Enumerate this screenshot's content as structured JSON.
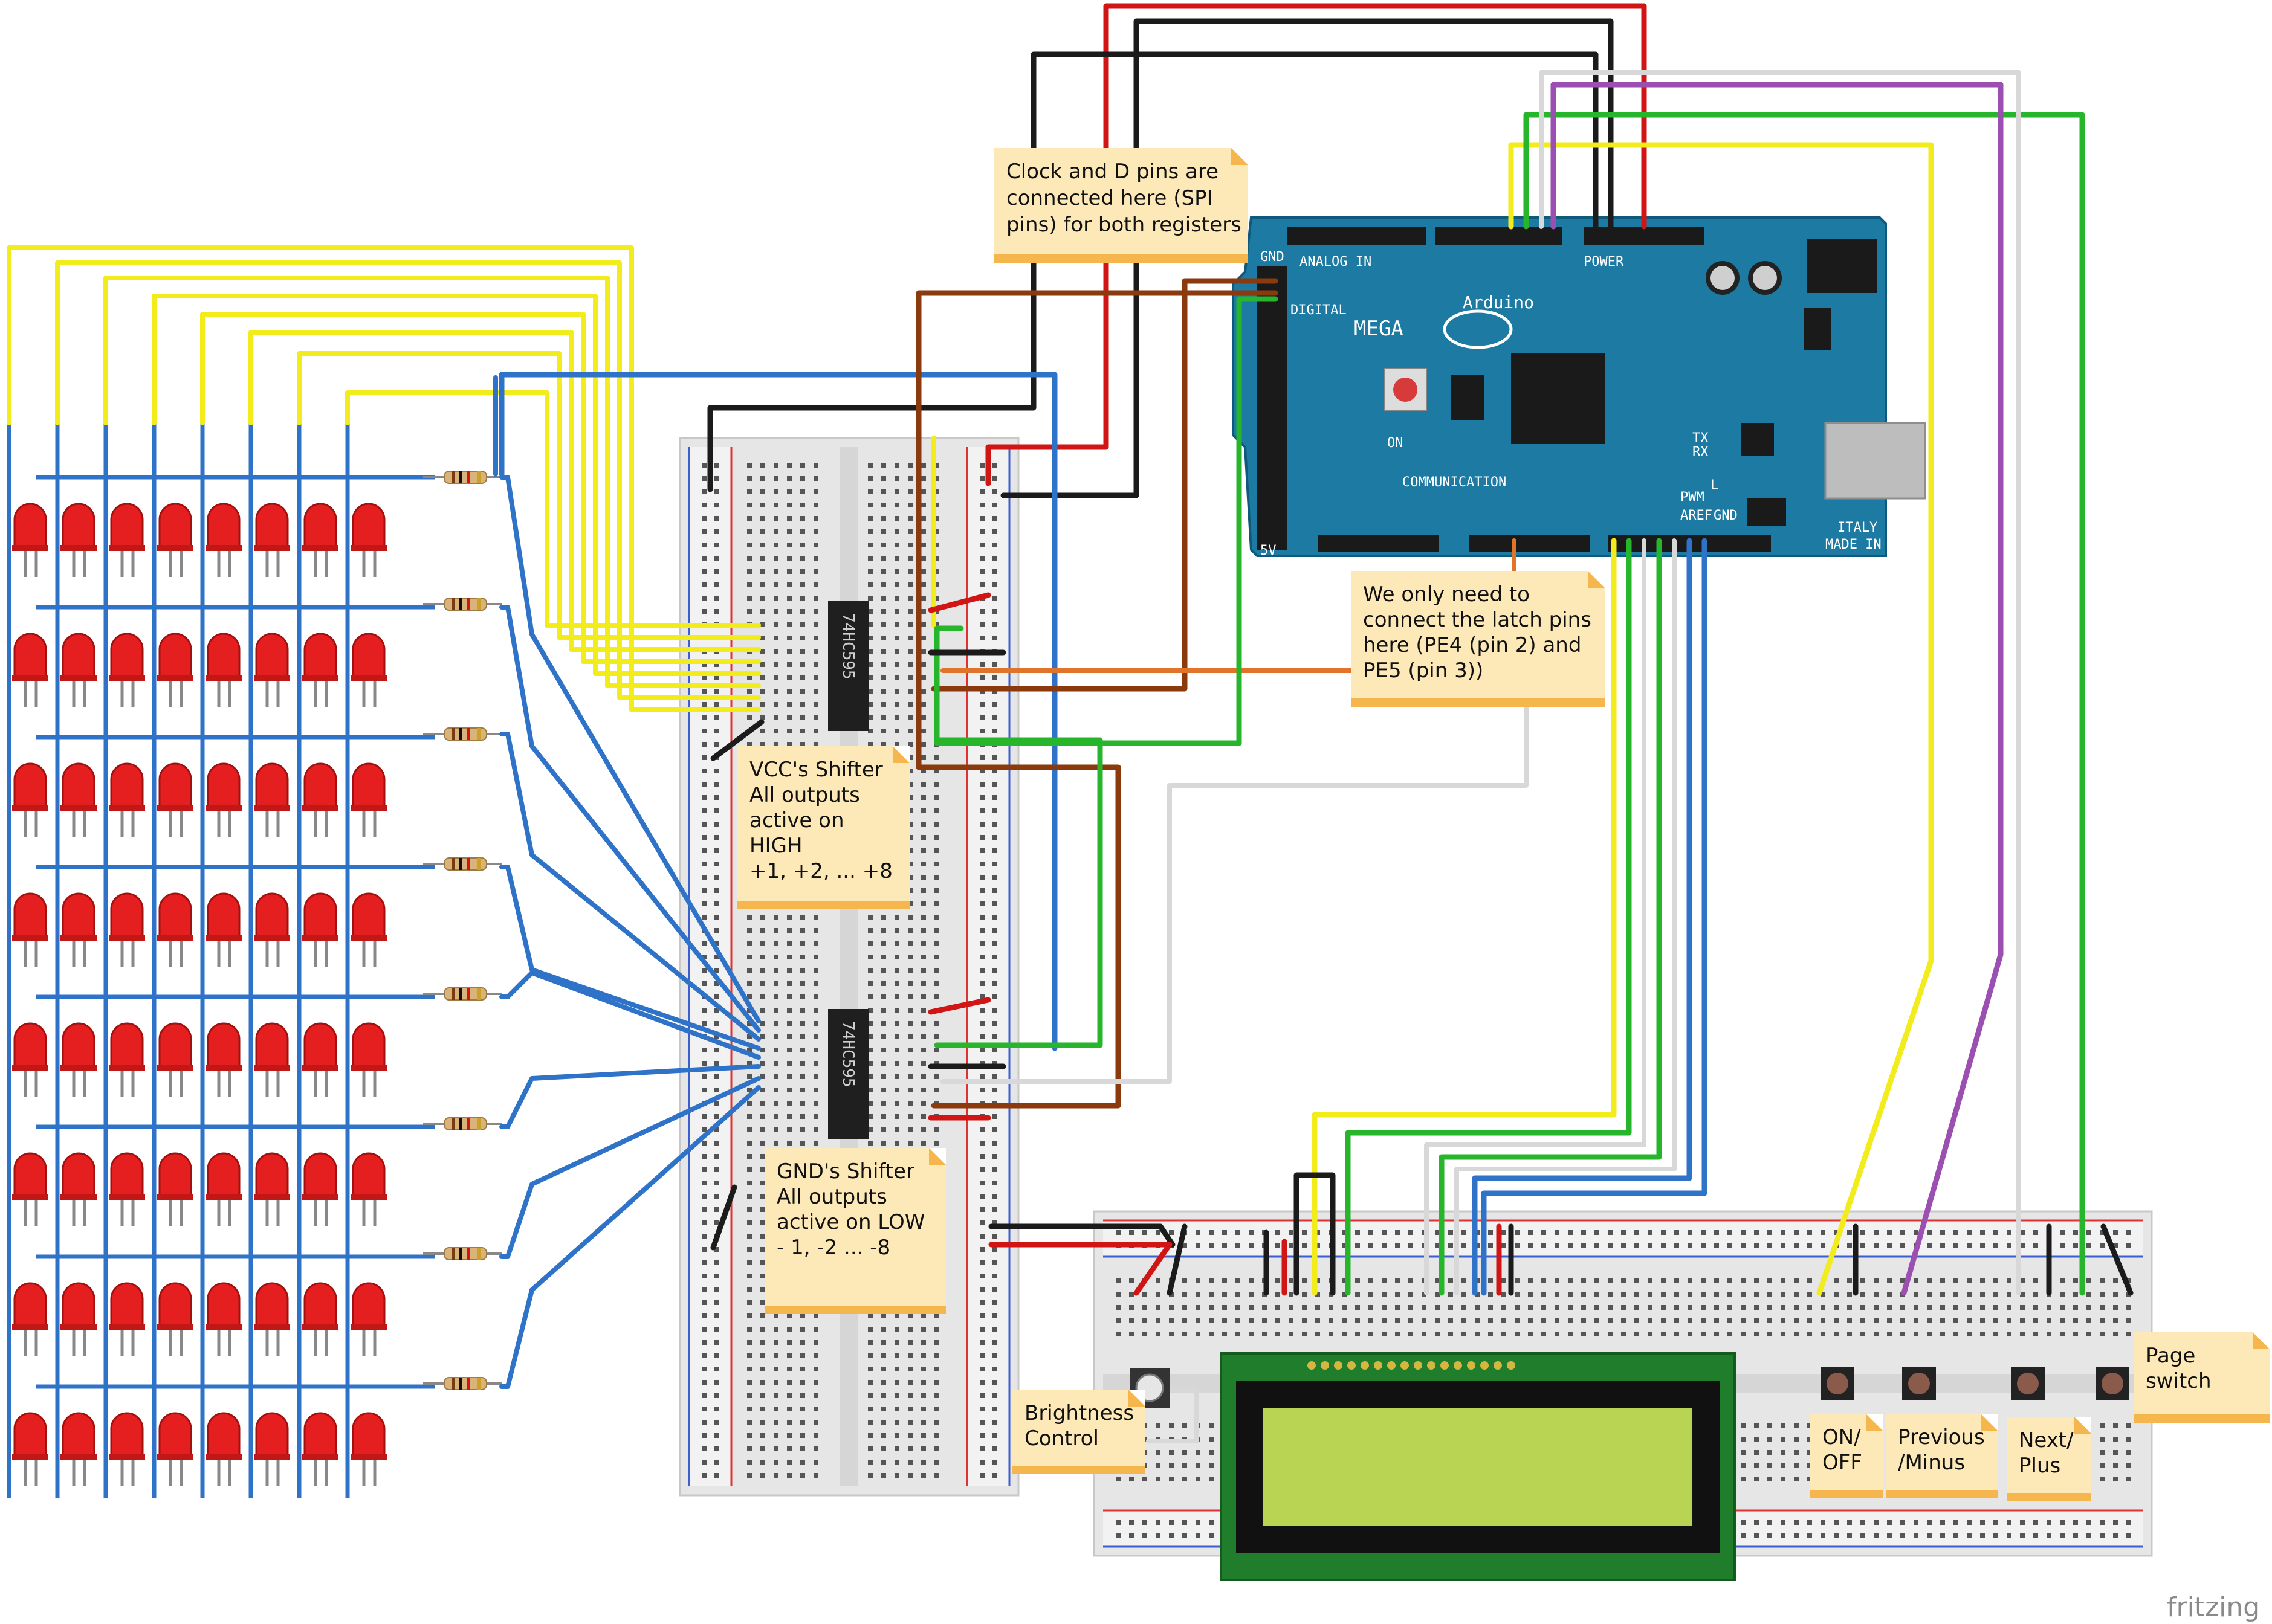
{
  "colors": {
    "wire_yellow": "#f2ec1c",
    "wire_blue": "#2f73c9",
    "wire_red": "#d11414",
    "wire_black": "#1b1b1b",
    "wire_green": "#26b52b",
    "wire_white": "#d8d8d8",
    "wire_brown": "#8a3a0d",
    "wire_orange": "#e0742a",
    "wire_purple": "#9b4fb0",
    "arduino_blue": "#1d7aa3",
    "led_red": "#e51f1f",
    "note_bg": "#fde9b8",
    "note_fold": "#f6b64e",
    "lcd_screen": "#b9d352",
    "lcd_board": "#1f7d2b",
    "breadboard": "#eeeeee"
  },
  "notes": {
    "spi": [
      "Clock and D pins are",
      "connected here (SPI",
      "pins) for both registers"
    ],
    "latch": [
      "We only need to",
      "connect the latch pins",
      "here (PE4 (pin 2) and",
      "PE5 (pin 3))"
    ],
    "vcc_shifter": [
      "VCC's Shifter",
      "All outputs",
      "active on",
      "HIGH",
      "+1, +2, ... +8"
    ],
    "gnd_shifter": [
      "GND's Shifter",
      "All outputs",
      "active on LOW",
      "- 1, -2 ... -8"
    ],
    "brightness": [
      "Brightness",
      "Control"
    ],
    "on_off": [
      "ON/",
      "OFF"
    ],
    "previous": [
      "Previous",
      "/Minus"
    ],
    "next": [
      "Next/",
      "Plus"
    ],
    "page_switch": [
      "Page",
      "switch"
    ]
  },
  "chips": {
    "top": "74HC595",
    "bottom": "74HC595"
  },
  "arduino": {
    "logo": "Arduino",
    "model": "MEGA",
    "italy": "ITALY",
    "made_in": "MADE IN",
    "communication": "COMMUNICATION",
    "pwm": "PWM",
    "digital": "DIGITAL",
    "analog_in": "ANALOG IN",
    "power": "POWER",
    "aref": "AREF",
    "gnd": "GND",
    "tx": "TX",
    "rx": "RX",
    "on": "ON",
    "l": "L",
    "gnd_side": "GND",
    "five_v": "5V"
  },
  "watermark": "fritzing",
  "led_matrix": {
    "rows": 8,
    "cols": 8
  }
}
